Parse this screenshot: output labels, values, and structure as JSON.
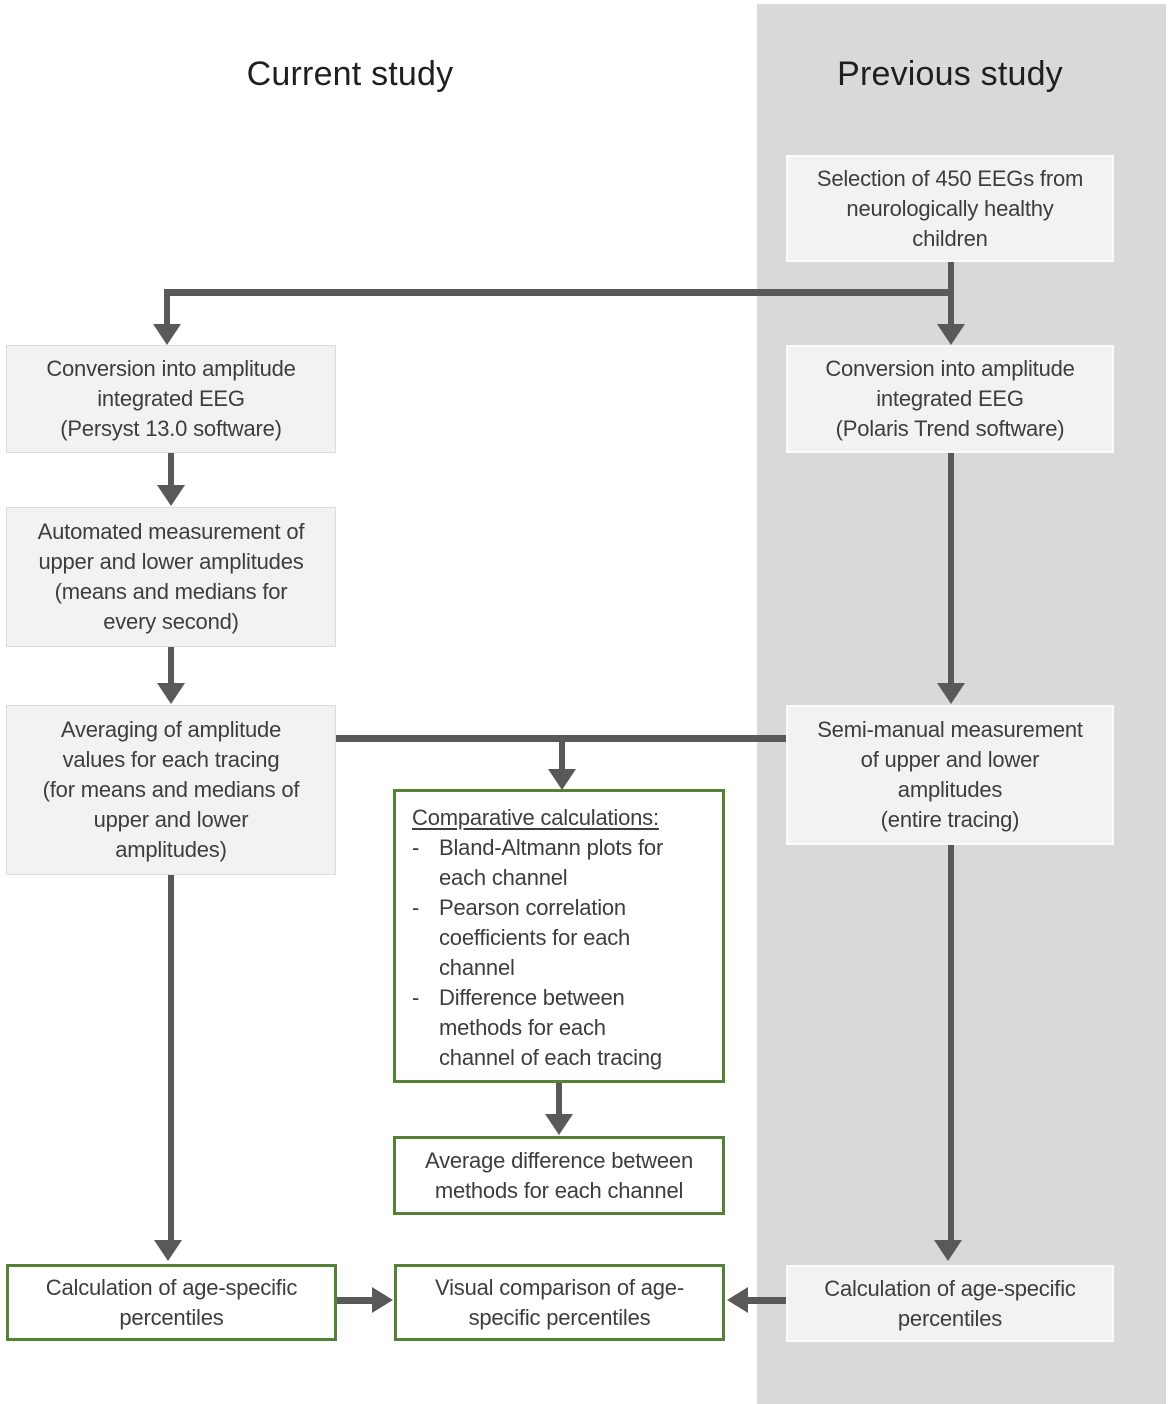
{
  "titles": {
    "current": "Current study",
    "previous": "Previous study"
  },
  "colors": {
    "panel_gray": "#d9d9d9",
    "box_fill": "#f2f2f2",
    "green_border": "#538135",
    "arrow_gray": "#595959"
  },
  "boxes": {
    "selection": "Selection of 450 EEGs from\nneurologically healthy\nchildren",
    "conversion_current": "Conversion into amplitude\nintegrated EEG\n(Persyst 13.0 software)",
    "conversion_previous": "Conversion into amplitude\nintegrated EEG\n(Polaris Trend software)",
    "automated_measurement": "Automated measurement of\nupper and lower amplitudes\n(means and medians for\nevery second)",
    "averaging": "Averaging of amplitude\nvalues for each tracing\n(for means and medians of\nupper and lower\namplitudes)",
    "semi_manual": "Semi-manual measurement\nof upper and lower\namplitudes\n(entire tracing)",
    "comparative_title": "Comparative calculations:",
    "dash": "-",
    "comparative_items": [
      "Bland-Altmann plots for\neach channel",
      "Pearson correlation\ncoefficients for each\nchannel",
      "Difference between\nmethods for each\nchannel of each tracing"
    ],
    "average_difference": "Average difference between\nmethods for each channel",
    "calc_current": "Calculation of age-specific\npercentiles",
    "visual_comparison": "Visual comparison of age-\nspecific percentiles",
    "calc_previous": "Calculation of age-specific\npercentiles"
  }
}
